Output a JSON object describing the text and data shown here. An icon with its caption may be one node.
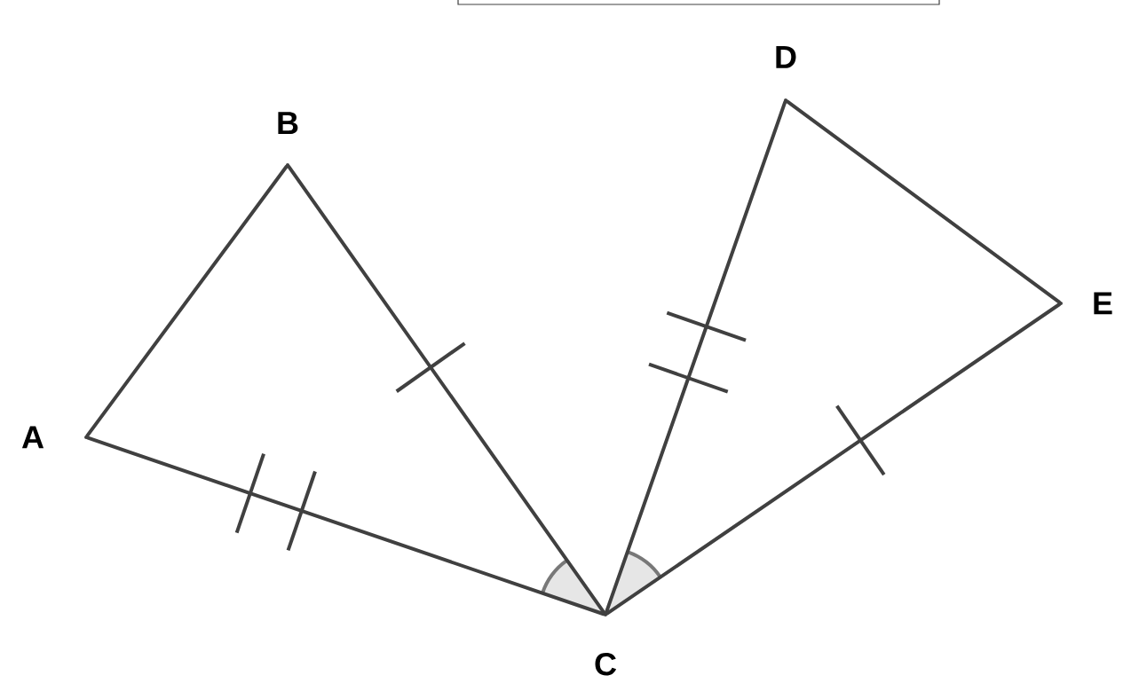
{
  "diagram": {
    "nodes": [
      {
        "text": [
          "A"
        ]
      },
      {
        "text": [
          "B"
        ]
      },
      {
        "text": [
          "C"
        ]
      },
      {
        "text": [
          "D"
        ]
      },
      {
        "text": [
          "E"
        ]
      }
    ],
    "edges": [
      {
        "from": 0,
        "to": 1,
        "arrow": "none"
      },
      {
        "from": 1,
        "to": 2,
        "arrow": "none"
      },
      {
        "from": 0,
        "to": 2,
        "arrow": "none"
      },
      {
        "from": 2,
        "to": 3,
        "arrow": "none"
      },
      {
        "from": 3,
        "to": 4,
        "arrow": "none"
      },
      {
        "from": 2,
        "to": 4,
        "arrow": "none"
      }
    ]
  }
}
